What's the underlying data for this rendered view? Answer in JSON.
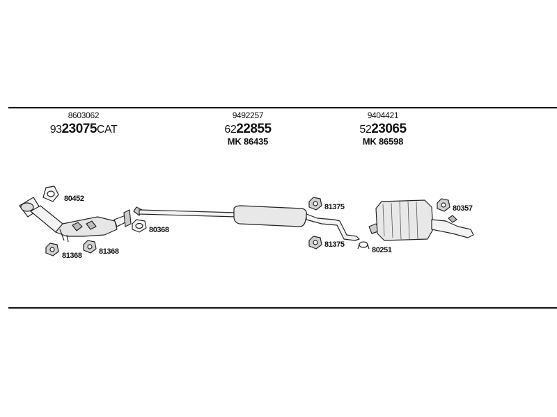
{
  "groups": [
    {
      "code": "8603062",
      "prefix": "93",
      "number": "23075",
      "suffix": "CAT",
      "mk": ""
    },
    {
      "code": "9492257",
      "prefix": "62",
      "number": "22855",
      "suffix": "",
      "mk": "MK 86435"
    },
    {
      "code": "9404421",
      "prefix": "52",
      "number": "23065",
      "suffix": "",
      "mk": "MK 86598"
    }
  ],
  "labels": {
    "l80452": "80452",
    "l80368": "80368",
    "l81368a": "81368",
    "l81368b": "81368",
    "l81375a": "81375",
    "l81375b": "81375",
    "l80251": "80251",
    "l80357": "80357"
  }
}
